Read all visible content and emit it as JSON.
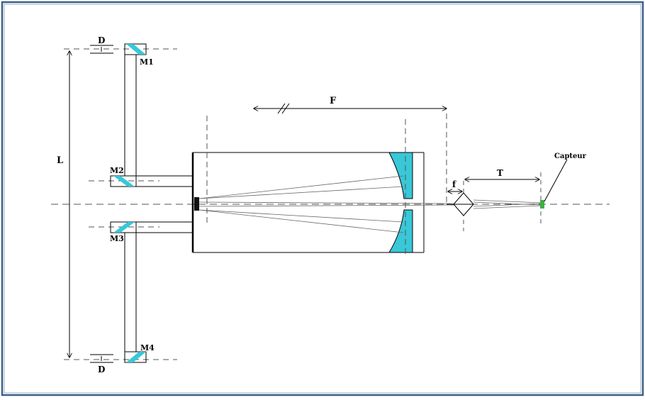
{
  "labels": {
    "d_top": "D",
    "d_bottom": "D",
    "m1": "M1",
    "m2": "M2",
    "m3": "M3",
    "m4": "M4",
    "l": "L",
    "f_big": "F",
    "f_small": "f",
    "t": "T",
    "capteur": "Capteur"
  },
  "colors": {
    "frame": "#3a5f8a",
    "mirror": "#38c8d8",
    "sensor": "#3cb043",
    "line": "#000000",
    "ray": "#666666"
  }
}
